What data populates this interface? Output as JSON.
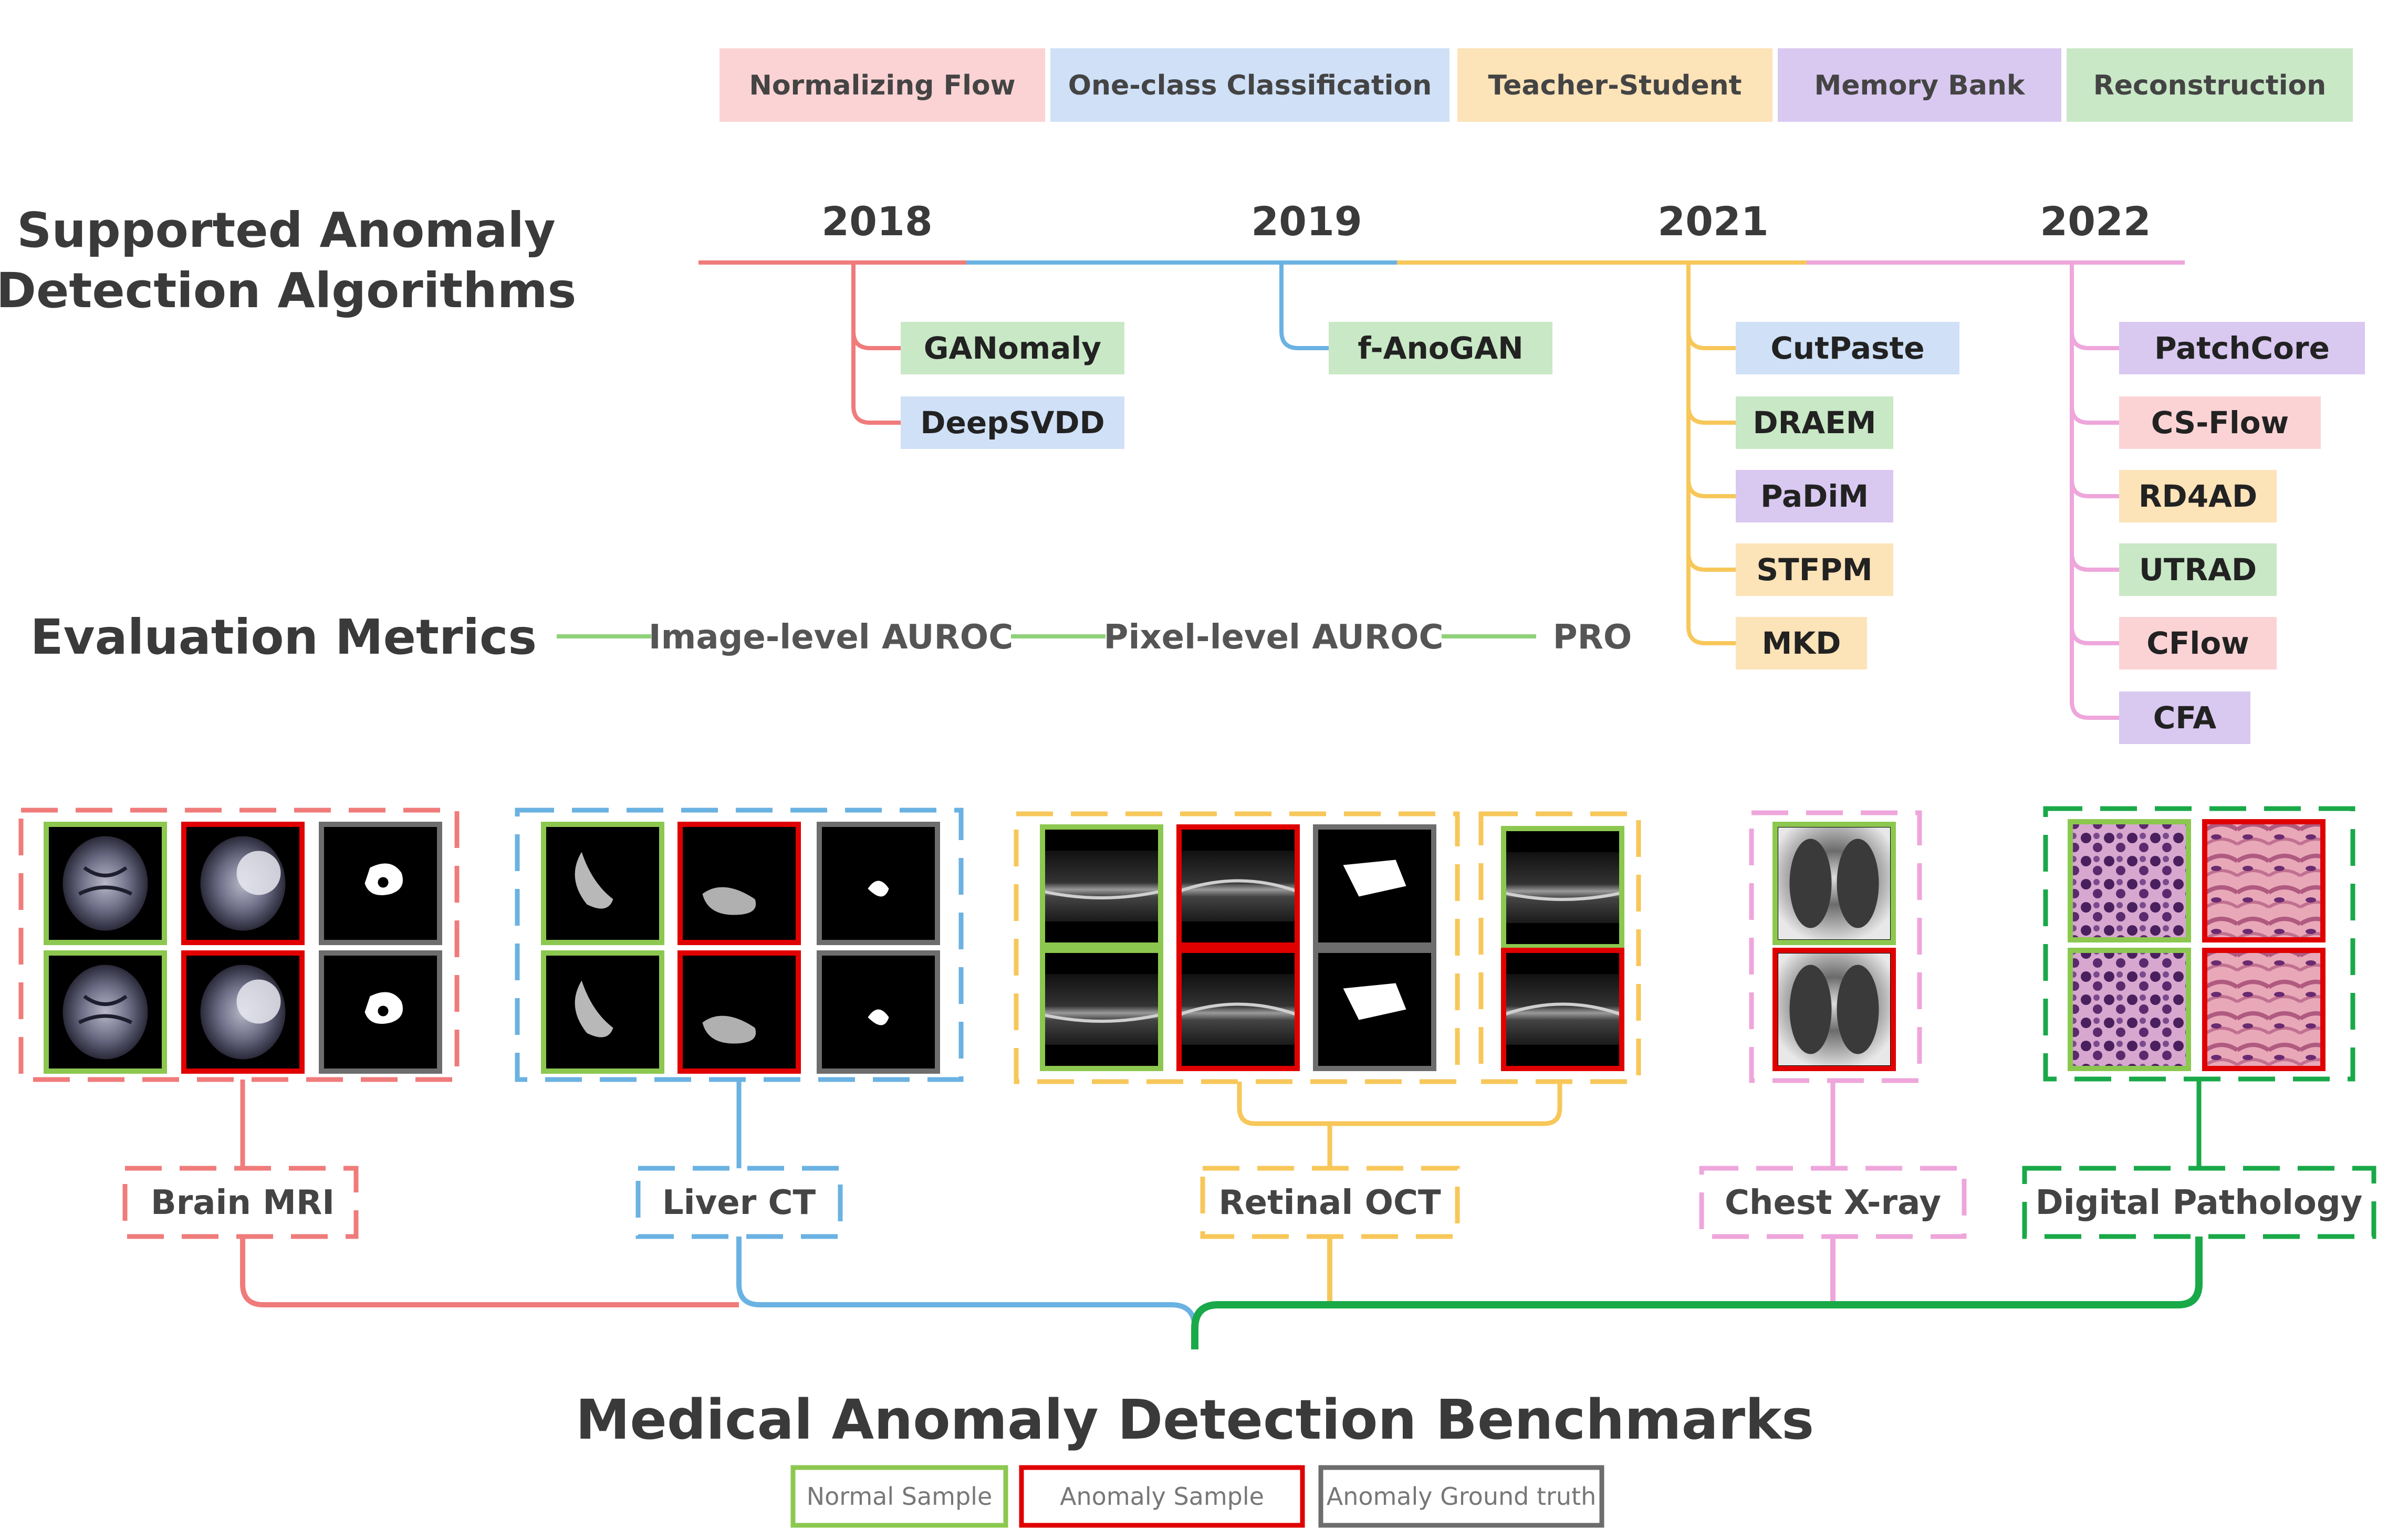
{
  "colors": {
    "normalizing_flow": "#fbd3d5",
    "one_class": "#cfe0f7",
    "teacher_student": "#fde3b8",
    "memory_bank": "#d9c8f0",
    "reconstruction": "#c9e8c6",
    "year_2018": "#f07b7b",
    "year_2019": "#6ab2e2",
    "year_2021": "#f7c75a",
    "year_2022": "#eea6db",
    "metric_line": "#8fd17a",
    "brain": "#f07b7b",
    "liver": "#6ab2e2",
    "retinal": "#f7c75a",
    "chest": "#eea6db",
    "pathology": "#19a948",
    "normal_border": "#8cc84f",
    "anomaly_border": "#e00000",
    "truth_border": "#6d6d6d"
  },
  "categories": [
    {
      "label": "Normalizing Flow",
      "color": "#fbd3d5"
    },
    {
      "label": "One-class Classification",
      "color": "#cfe0f7"
    },
    {
      "label": "Teacher-Student",
      "color": "#fde3b8"
    },
    {
      "label": "Memory Bank",
      "color": "#d9c8f0"
    },
    {
      "label": "Reconstruction",
      "color": "#c9e8c6"
    }
  ],
  "algorithms_title": [
    "Supported Anomaly",
    "Detection Algorithms"
  ],
  "timeline": [
    {
      "year": "2018",
      "color": "#f07b7b",
      "algorithms": [
        {
          "name": "GANomaly",
          "category": "Reconstruction"
        },
        {
          "name": "DeepSVDD",
          "category": "One-class Classification"
        }
      ]
    },
    {
      "year": "2019",
      "color": "#6ab2e2",
      "algorithms": [
        {
          "name": "f-AnoGAN",
          "category": "Reconstruction"
        }
      ]
    },
    {
      "year": "2021",
      "color": "#f7c75a",
      "algorithms": [
        {
          "name": "CutPaste",
          "category": "One-class Classification"
        },
        {
          "name": "DRAEM",
          "category": "Reconstruction"
        },
        {
          "name": "PaDiM",
          "category": "Memory Bank"
        },
        {
          "name": "STFPM",
          "category": "Teacher-Student"
        },
        {
          "name": "MKD",
          "category": "Teacher-Student"
        }
      ]
    },
    {
      "year": "2022",
      "color": "#eea6db",
      "algorithms": [
        {
          "name": "PatchCore",
          "category": "Memory Bank"
        },
        {
          "name": "CS-Flow",
          "category": "Normalizing Flow"
        },
        {
          "name": "RD4AD",
          "category": "Teacher-Student"
        },
        {
          "name": "UTRAD",
          "category": "Reconstruction"
        },
        {
          "name": "CFlow",
          "category": "Normalizing Flow"
        },
        {
          "name": "CFA",
          "category": "Memory Bank"
        }
      ]
    }
  ],
  "metrics_title": "Evaluation Metrics",
  "metrics": [
    "Image-level AUROC",
    "Pixel-level AUROC",
    "PRO"
  ],
  "datasets": [
    {
      "name": "Brain MRI",
      "color": "#f07b7b"
    },
    {
      "name": "Liver CT",
      "color": "#6ab2e2"
    },
    {
      "name": "Retinal OCT",
      "color": "#f7c75a"
    },
    {
      "name": "Chest  X-ray",
      "color": "#eea6db"
    },
    {
      "name": "Digital Pathology",
      "color": "#19a948"
    }
  ],
  "benchmark_title": "Medical Anomaly Detection Benchmarks",
  "legend": [
    {
      "label": "Normal Sample",
      "color": "#8cc84f"
    },
    {
      "label": "Anomaly Sample",
      "color": "#e00000"
    },
    {
      "label": "Anomaly Ground truth",
      "color": "#6d6d6d"
    }
  ]
}
